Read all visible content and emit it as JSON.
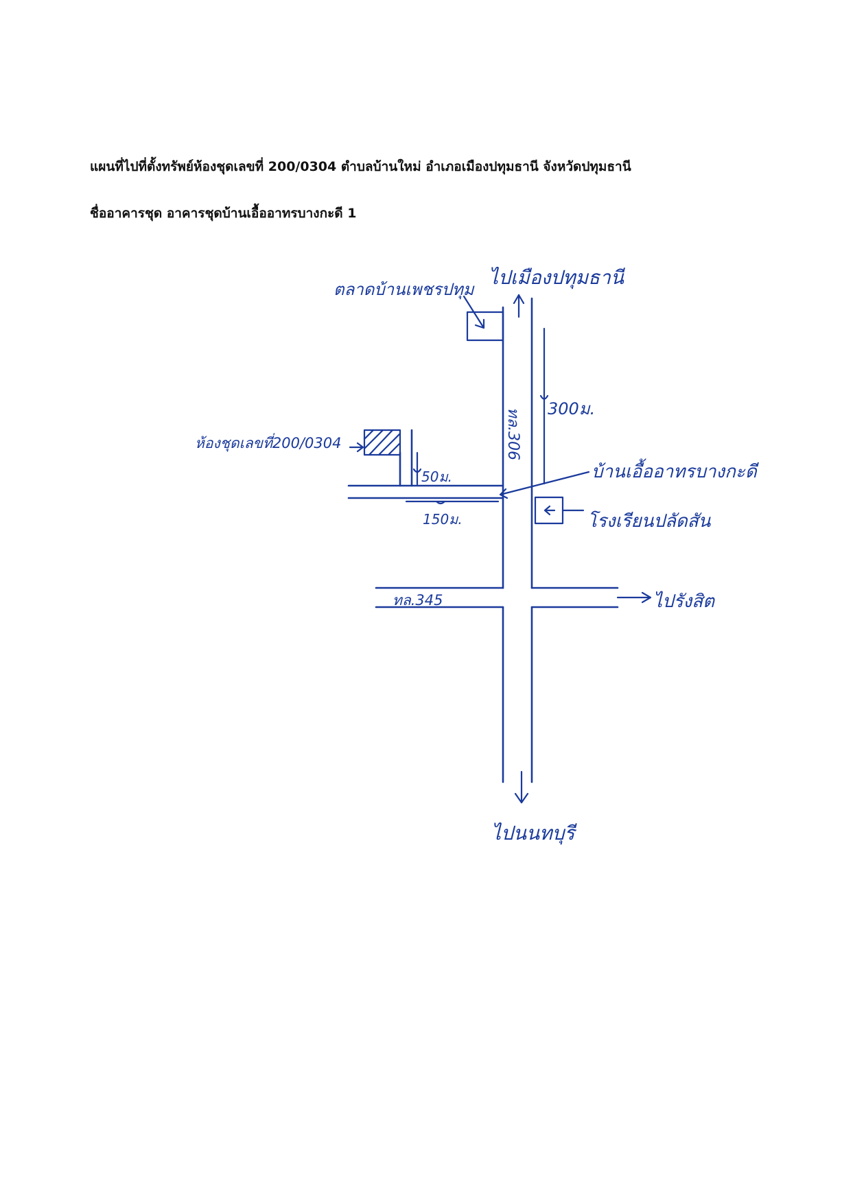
{
  "header": {
    "title": "แผนที่ไปที่ตั้งทรัพย์ห้องชุดเลขที่ 200/0304 ตำบลบ้านใหม่ อำเภอเมืองปทุมธานี จังหวัดปทุมธานี",
    "building": "ชื่ออาคารชุด อาคารชุดบ้านเอื้ออาทรบางกะดี 1"
  },
  "map": {
    "labels": {
      "to_north": "ไปเมืองปทุมธานี",
      "to_south": "ไปนนทบุรี",
      "to_east": "ไปรังสิต",
      "market": "ตลาดบ้านเพชรปทุม",
      "unit": "ห้องชุดเลขที่200/0304",
      "project": "บ้านเอื้ออาทรบางกะดี",
      "school": "โรงเรียนปลัดสัน",
      "road_main": "ทล.306",
      "road_cross": "ทล.345",
      "dist_300": "300ม.",
      "dist_50": "50ม.",
      "dist_150": "150ม."
    },
    "ink_color": "#1a3a9c"
  }
}
